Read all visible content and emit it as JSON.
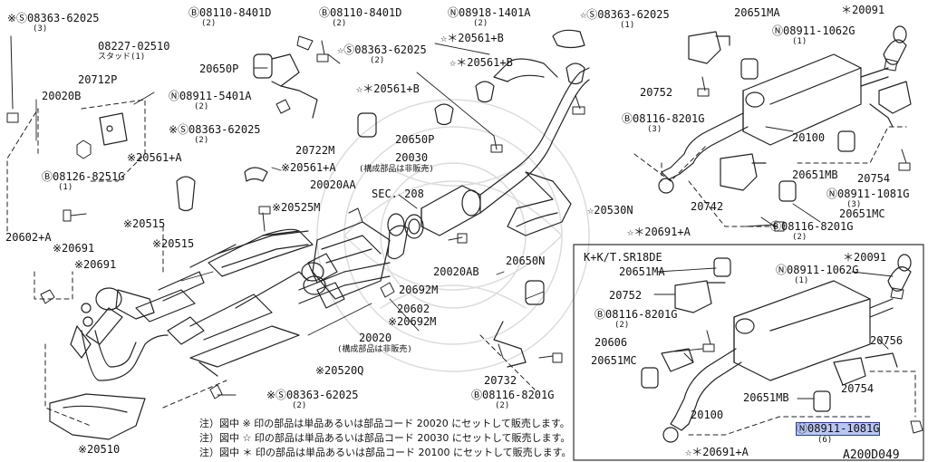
{
  "diagram_code": "A200D049",
  "variant_title": "K+K/T.SR18DE",
  "labels": {
    "l1": "※Ⓢ08363-62025",
    "l1s": "(3)",
    "l2": "Ⓑ08110-8401D",
    "l2s": "(2)",
    "l3": "Ⓑ08110-8401D",
    "l3s": "(2)",
    "l4": "Ⓝ08918-1401A",
    "l4s": "(2)",
    "l5": "☆Ⓢ08363-62025",
    "l5s": "(1)",
    "l6": "20651MA",
    "l7": "＊20091",
    "l8": "08227-02510",
    "l8b": "スタッド(1)",
    "l9": "☆Ⓢ08363-62025",
    "l9s": "(2)",
    "l10": "☆＊20561+B",
    "l11": "☆＊20561+B",
    "l12": "Ⓝ08911-1062G",
    "l12s": "(1)",
    "l13": "20650P",
    "l14": "20712P",
    "l15": "20020B",
    "l16": "Ⓝ08911-5401A",
    "l16s": "(2)",
    "l17": "☆＊20561+B",
    "l18": "20752",
    "l19": "Ⓑ08116-8201G",
    "l19s": "(3)",
    "l20": "※Ⓢ08363-62025",
    "l20s": "(2)",
    "l21": "20100",
    "l22": "20722M",
    "l23": "20650P",
    "l24": "※20561+A",
    "l25": "20030",
    "l25s": "(構成部品は非販売)",
    "l26": "20651MB",
    "l27": "20754",
    "l28": "Ⓑ08126-8251G",
    "l28s": "(1)",
    "l29": "※20561+A",
    "l30": "20020AA",
    "l31": "SEC. 208",
    "l32": "Ⓝ08911-1081G",
    "l32s": "(3)",
    "l33": "20742",
    "l34": "20651MC",
    "l35": "※20525M",
    "l36": "☆20530N",
    "l37": "☆＊20691+A",
    "l38": "※20515",
    "l39": "Ⓑ08116-8201G",
    "l39s": "(2)",
    "l40": "20602+A",
    "l41": "※20515",
    "l42": "※20691",
    "l43": "※20691",
    "l44": "20020AB",
    "l45": "20650N",
    "l46": "20692M",
    "l47": "20602",
    "l48": "※20692M",
    "l49": "20020",
    "l49s": "(構成部品は非販売)",
    "l50": "※20520Q",
    "l51": "※Ⓢ08363-62025",
    "l51s": "(2)",
    "l52": "20732",
    "l53": "Ⓑ08116-8201G",
    "l53s": "(2)",
    "l54": "※20510",
    "k1": "20651MA",
    "k2": "＊20091",
    "k3": "Ⓝ08911-1062G",
    "k3s": "(1)",
    "k4": "20752",
    "k5": "Ⓑ08116-8201G",
    "k5s": "(2)",
    "k6": "20606",
    "k7": "20651MC",
    "k8": "20756",
    "k9": "20754",
    "k10": "20651MB",
    "k11": "20100",
    "k12": "Ⓝ08911-1081G",
    "k12s": "(6)",
    "k13": "☆＊20691+A"
  },
  "notes": [
    "注）図中 ※ 印の部品は単品あるいは部品コード 20020 にセットして販売します。",
    "注）図中 ☆ 印の部品は単品あるいは部品コード 20030 にセットして販売します。",
    "注）図中 ＊ 印の部品は単品あるいは部品コード 20100 にセットして販売します。"
  ]
}
